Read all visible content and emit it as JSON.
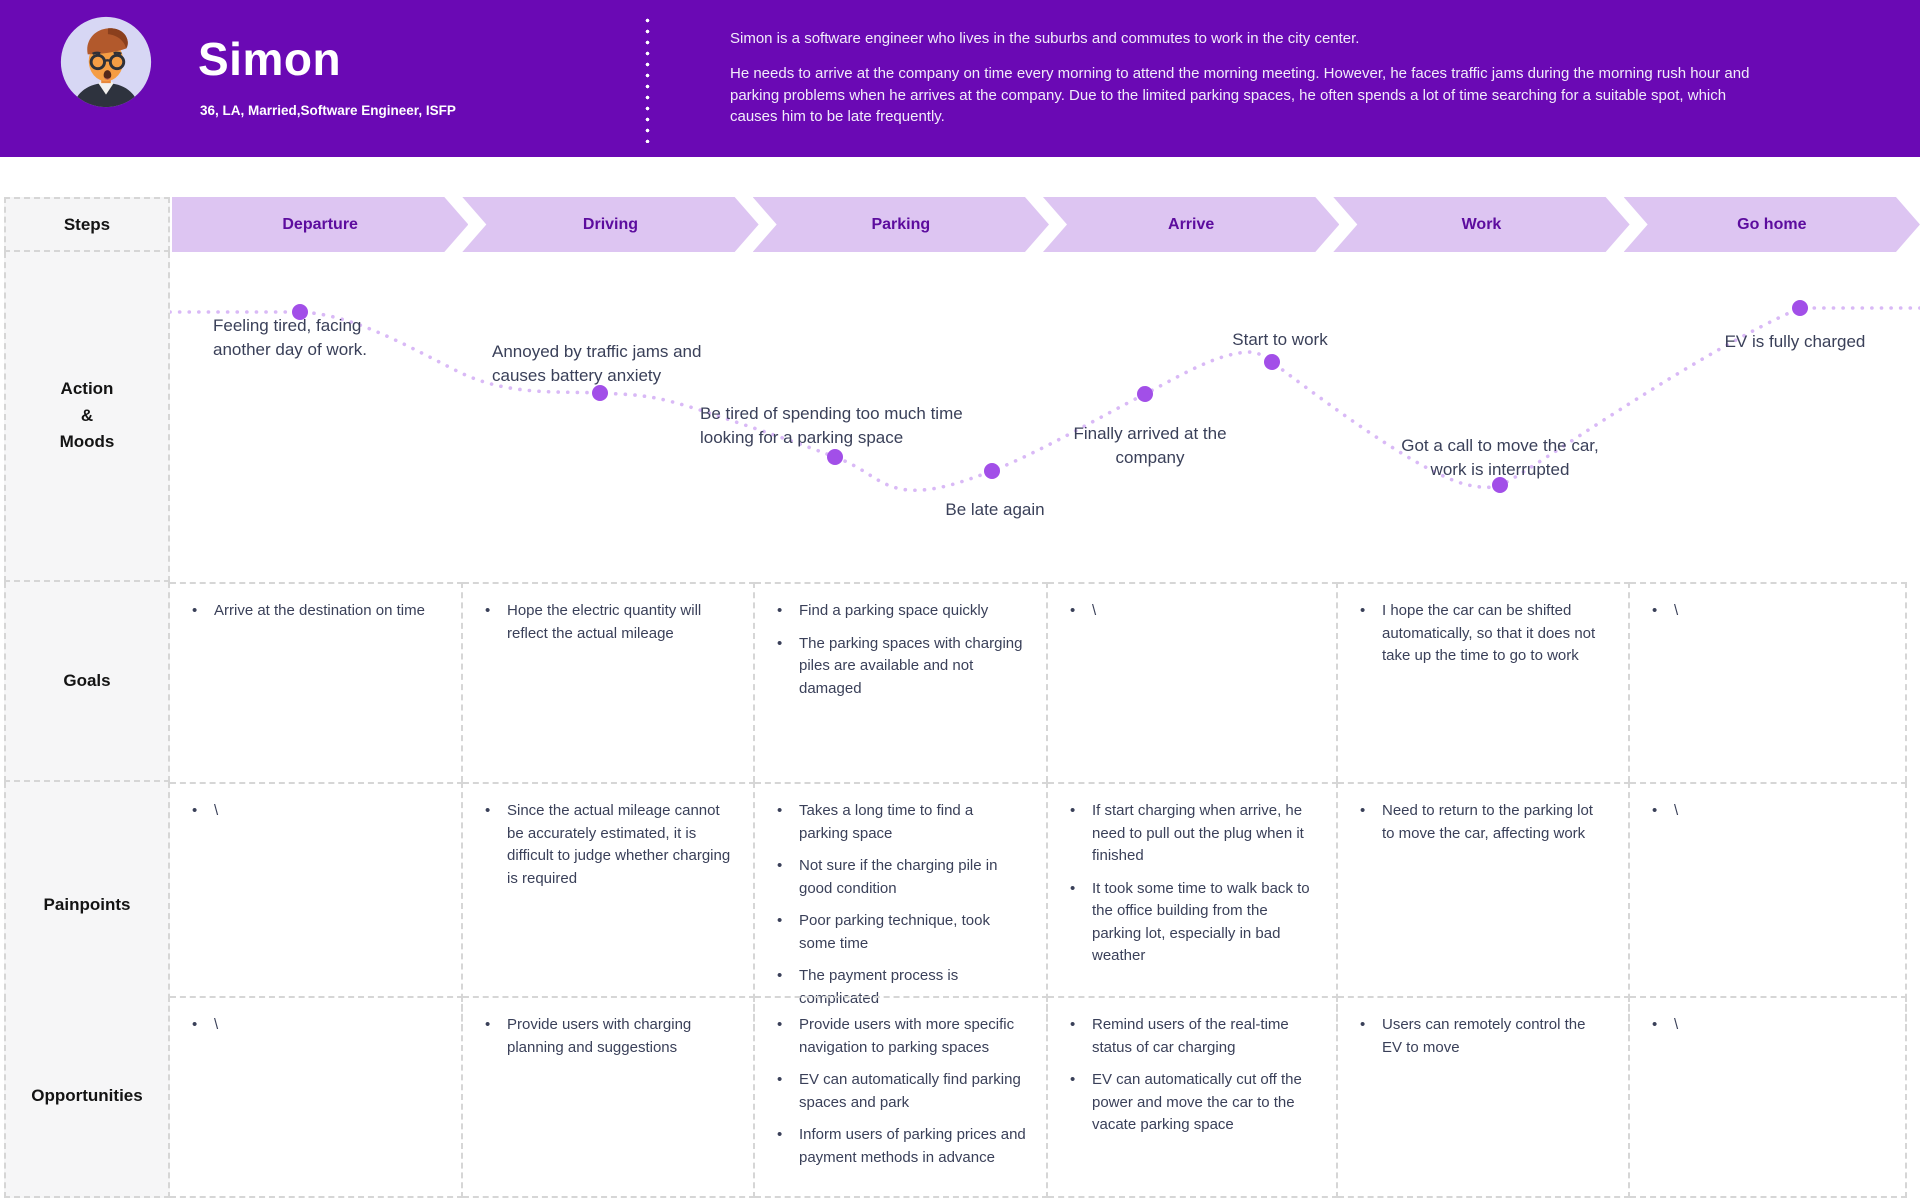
{
  "persona": {
    "name": "Simon",
    "details": "36, LA, Married,Software Engineer, ISFP",
    "summary_para1": "Simon is a software engineer who lives in the suburbs and commutes to work in the city center.",
    "summary_para2": "He needs to arrive at the company on time every morning to attend the morning meeting. However, he faces traffic jams during the morning rush hour and parking problems when he arrives at the company. Due to the limited parking spaces, he often spends a lot of time searching for a suitable spot, which causes him to be late frequently."
  },
  "row_labels": {
    "steps": "Steps",
    "moods_line1": "Action",
    "moods_line2": "&",
    "moods_line3": "Moods",
    "goals": "Goals",
    "painpoints": "Painpoints",
    "opportunities": "Opportunities"
  },
  "steps": [
    "Departure",
    "Driving",
    "Parking",
    "Arrive",
    "Work",
    "Go home"
  ],
  "mood_labels": [
    "Feeling tired, facing another day of work.",
    "Annoyed by traffic jams and causes battery anxiety",
    "Be tired of spending too much time looking for a parking space",
    "Be late again",
    "Finally arrived at the company",
    "Start to work",
    "Got a call to move the car, work is interrupted",
    "EV is fully charged"
  ],
  "goals": [
    [
      "Arrive at the destination on time"
    ],
    [
      "Hope the electric quantity will reflect the actual mileage"
    ],
    [
      "Find a parking space quickly",
      "The parking spaces with charging piles are available and not damaged"
    ],
    [
      "\\"
    ],
    [
      "I hope the car can be shifted automatically, so that it does not take up the time to go to work"
    ],
    [
      "\\"
    ]
  ],
  "painpoints": [
    [
      "\\"
    ],
    [
      "Since the actual mileage cannot be accurately estimated, it is difficult to judge whether charging is required"
    ],
    [
      "Takes a long time to find a parking space",
      "Not sure if the charging pile in good condition",
      "Poor parking technique, took some time",
      "The payment process is complicated"
    ],
    [
      "If start charging when arrive, he need to pull out the plug when it finished",
      "It took some time to walk back to the office building from the parking lot, especially in bad weather"
    ],
    [
      "Need to return to the parking lot to move the car, affecting work"
    ],
    [
      "\\"
    ]
  ],
  "opportunities": [
    [
      "\\"
    ],
    [
      "Provide users with charging planning and suggestions"
    ],
    [
      "Provide users with more specific navigation to parking spaces",
      "EV can automatically find parking spaces and park",
      "Inform users of parking prices and payment methods in advance"
    ],
    [
      "Remind users of the real-time status of car charging",
      "EV can automatically cut off the power and move the car to the vacate parking space"
    ],
    [
      "Users can remotely control the EV to move"
    ],
    [
      "\\"
    ]
  ],
  "colors": {
    "header_purple": "#6a09b4",
    "arrow_fill": "#ddc5f2",
    "arrow_text": "#5c0c9e",
    "curve_line": "#d9b9f6",
    "curve_dot": "#a24fe8",
    "body_text": "#3a4059"
  }
}
